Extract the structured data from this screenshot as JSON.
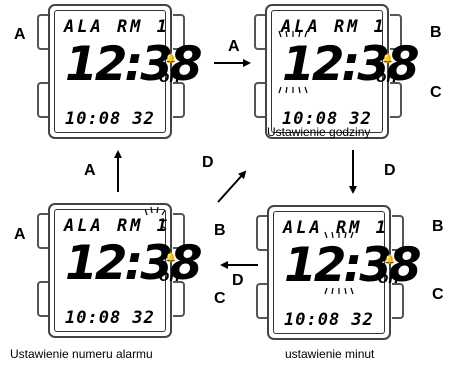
{
  "watch": {
    "line1": "ALA RM 1",
    "time": "12:38",
    "on_label": "on",
    "date": "10:08 32",
    "bell_icon": "bell-icon"
  },
  "labels": {
    "button_a": "A",
    "button_b": "B",
    "button_c": "C",
    "button_d": "D"
  },
  "captions": {
    "set_hours": "Ustawienie godziny",
    "set_minutes": "ustawienie minut",
    "set_alarm_number": "Ustawienie numeru alarmu"
  }
}
